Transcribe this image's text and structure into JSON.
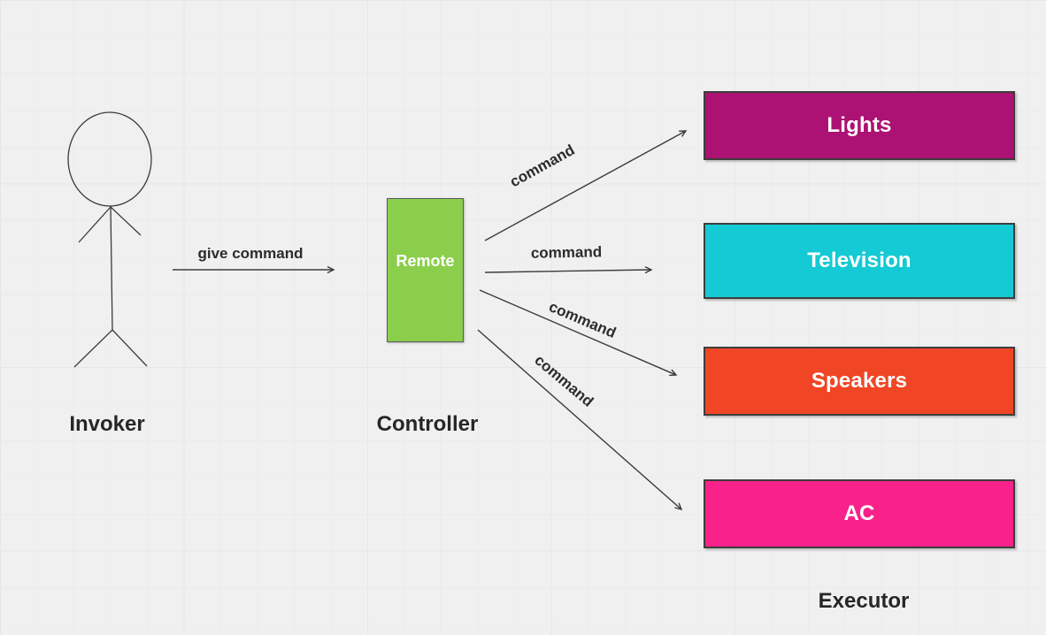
{
  "diagram": {
    "background_color": "#f0f0f1",
    "line_color": "#3c3c3c",
    "invoker": {
      "label": "Invoker"
    },
    "controller": {
      "label": "Controller",
      "box": {
        "label": "Remote",
        "color": "#8bce4c",
        "text_color": "#ffffff"
      }
    },
    "executor": {
      "label": "Executor"
    },
    "receivers": [
      {
        "label": "Lights",
        "color": "#ab1273"
      },
      {
        "label": "Television",
        "color": "#14cad4"
      },
      {
        "label": "Speakers",
        "color": "#f04626"
      },
      {
        "label": "AC",
        "color": "#f9218a"
      }
    ],
    "edges": [
      {
        "label": "give command",
        "from": "Invoker",
        "to": "Remote"
      },
      {
        "label": "command",
        "from": "Remote",
        "to": "Lights"
      },
      {
        "label": "command",
        "from": "Remote",
        "to": "Television"
      },
      {
        "label": "command",
        "from": "Remote",
        "to": "Speakers"
      },
      {
        "label": "command",
        "from": "Remote",
        "to": "AC"
      }
    ]
  }
}
